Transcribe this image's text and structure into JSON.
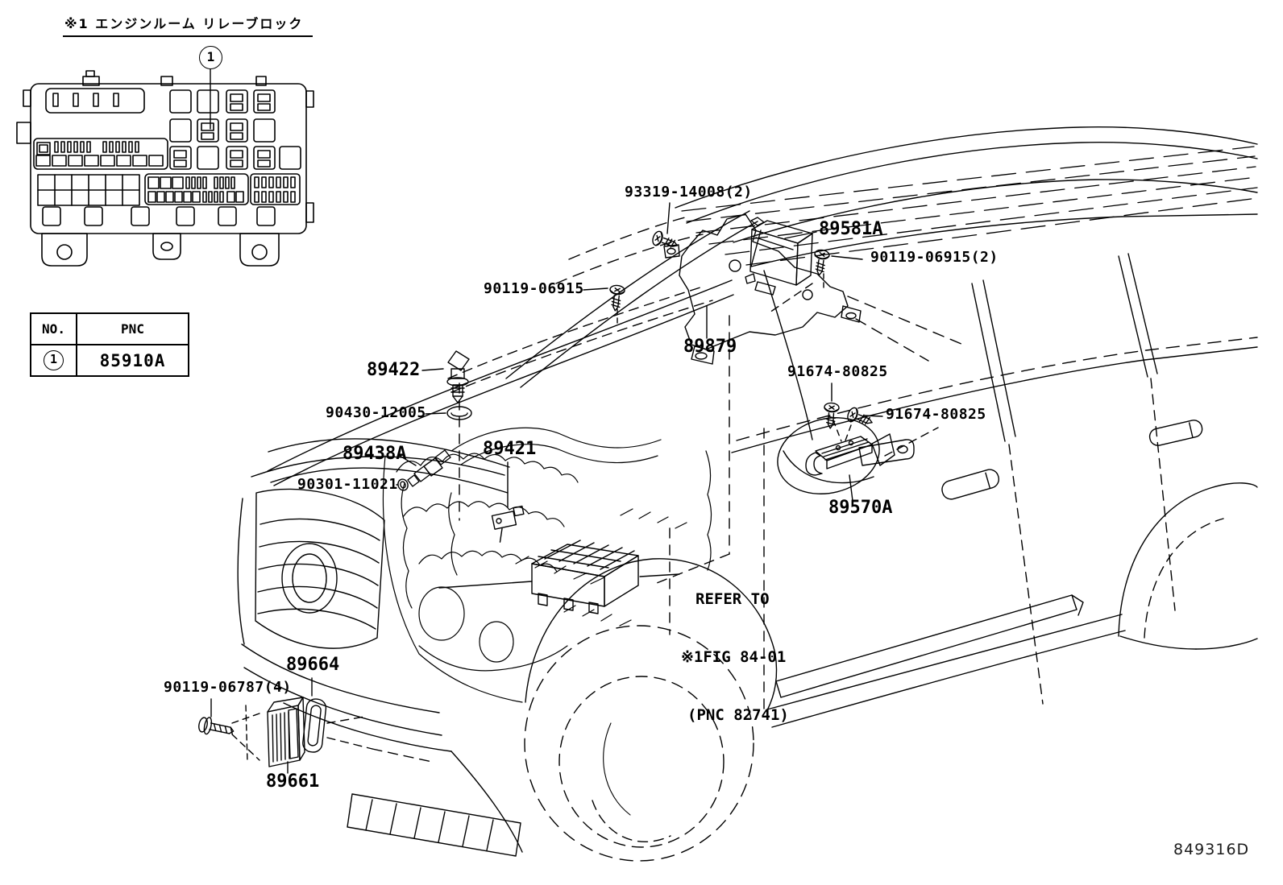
{
  "header": {
    "footnote": "※1 エンジンルーム リレーブロック"
  },
  "callout": {
    "number": "1"
  },
  "table": {
    "col_no": "NO.",
    "col_pnc": "PNC",
    "row_no": "1",
    "row_pnc": "85910A"
  },
  "parts": {
    "p93319": "93319-14008(2)",
    "p89581a": "89581A",
    "p90119_06915_2": "90119-06915(2)",
    "p90119_06915": "90119-06915",
    "p89879": "89879",
    "p89422": "89422",
    "p90430_12005": "90430-12005",
    "p89438a": "89438A",
    "p90301_11021": "90301-11021",
    "p89421": "89421",
    "p91674_80825_a": "91674-80825",
    "p91674_80825_b": "91674-80825",
    "p89570a": "89570A",
    "p89664": "89664",
    "p90119_06787_4": "90119-06787(4)",
    "p89661": "89661"
  },
  "note": {
    "line1": "REFER TO",
    "line2": "※1FIG 84-01",
    "line3": "(PNC 82741)"
  },
  "figure_code": "849316D",
  "colors": {
    "ink": "#000000",
    "paper": "#ffffff"
  }
}
